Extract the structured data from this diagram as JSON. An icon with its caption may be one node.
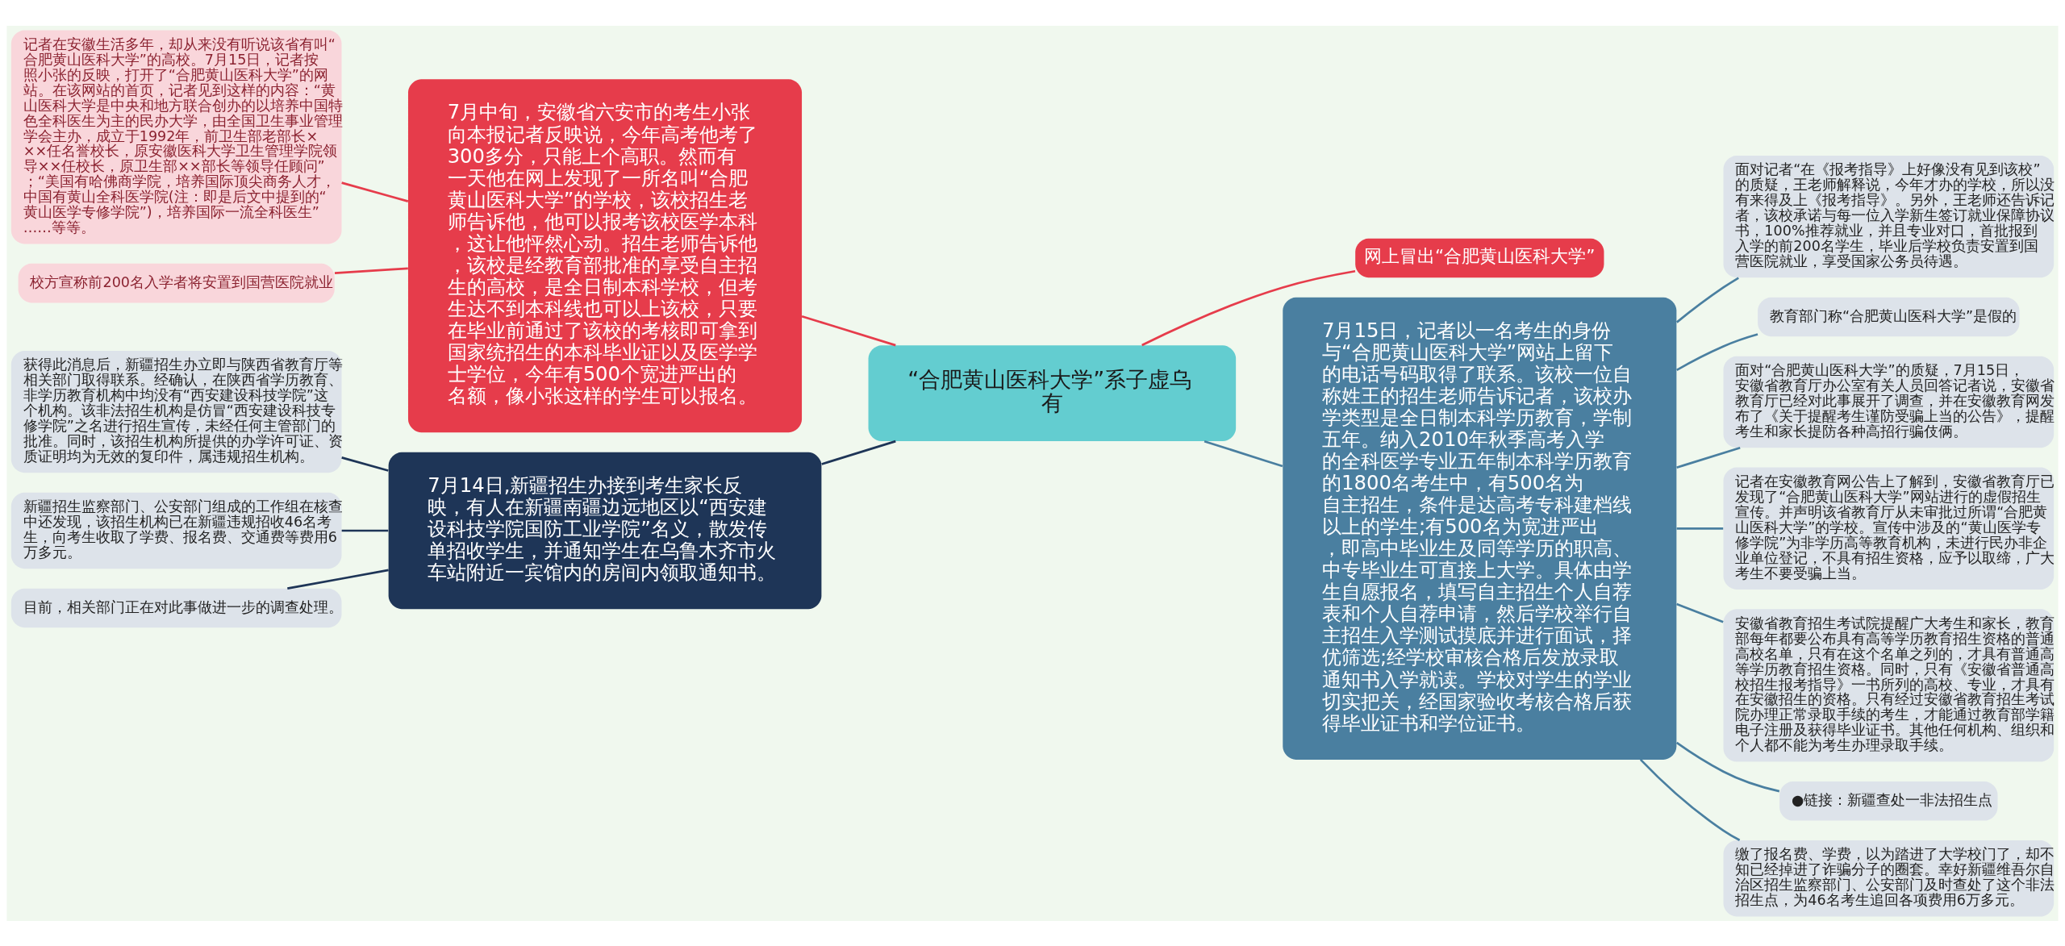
{
  "diagram": {
    "nodes": [
      {
        "text": [
          "“合肥黄山医科大学”系子虚乌有"
        ]
      },
      {
        "text": [
          "7月中旬，安徽省六安市的考生小张向本报记者反映说，今年高考他考了300多分，只能上个高职。然而有一天他在网上发现了一所名叫“合肥黄山医科大学”的学校，该校招生老师告诉他，他可以报考该校医学本科，这让他怦然心动。招生老师告诉他，该校是经教育部批准的享受自主招生的高校，是全日制本科学校，但考生达不到本科线也可以上该校，只要在毕业前通过了该校的考核即可拿到国家统招生的本科毕业证以及医学学士学位，今年有500个宽进严出的名额，像小张这样的学生可以报名。"
        ]
      },
      {
        "text": [
          "记者在安徽生活多年，却从来没有听说该省有叫“合肥黄山医科大学”的高校。7月15日，记者按照小张的反映，打开了“合肥黄山医科大学”的网站。在该网站的首页，记者见到这样的内容：“黄山医科大学是中央和地方联合创办的以培养中国特色全科医生为主的民办大学，由全国卫生事业管理学会主办，成立于1992年，前卫生部老部长×××任名誉校长，原安徽医科大学卫生管理学院领导××任校长，原卫生部××部长等领导任顾问”；“美国有哈佛商学院，培养国际顶尖商务人才，中国有黄山全科医学院(注：即是后文中提到的“黄山医学专修学院”)，培养国际一流全科医生”……等等。"
        ]
      },
      {
        "text": [
          "校方宣称前200名入学者将安置到国营医院就业"
        ]
      },
      {
        "text": [
          "网上冒出“合肥黄山医科大学”"
        ]
      },
      {
        "text": [
          "7月14日,新疆招生办接到考生家长反映，有人在新疆南疆边远地区以“西安建设科技学院国防工业学院”名义，散发传单招收学生，并通知学生在乌鲁木齐市火车站附近一宾馆内的房间内领取通知书。"
        ]
      },
      {
        "text": [
          "获得此消息后，新疆招生办立即与陕西省教育厅等相关部门取得联系。经确认，在陕西省学历教育、非学历教育机构中均没有“西安建设科技学院”这个机构。该非法招生机构是仿冒“西安建设科技专修学院”之名进行招生宣传，未经任何主管部门的批准。同时，该招生机构所提供的办学许可证、资质证明均为无效的复印件，属违规招生机构。"
        ]
      },
      {
        "text": [
          "新疆招生监察部门、公安部门组成的工作组在核查中还发现，该招生机构已在新疆违规招收46名考生，向考生收取了学费、报名费、交通费等费用6万多元。"
        ]
      },
      {
        "text": [
          "目前，相关部门正在对此事做进一步的调查处理。"
        ]
      },
      {
        "text": [
          "7月15日，记者以一名考生的身份与“合肥黄山医科大学”网站上留下的电话号码取得了联系。该校一位自称姓王的招生老师告诉记者，该校办学类型是全日制本科学历教育，学制五年。纳入2010年秋季高考入学的全科医学专业五年制本科学历教育的1800名考生中，有500名为自主招生，条件是达高考专科建档线以上的学生;有500名为宽进严出，即高中毕业生及同等学历的职高、中专毕业生可直接上大学。具体由学生自愿报名，填写自主招生个人自荐表和个人自荐申请，然后学校举行自主招生入学测试摸底并进行面试，择优筛选;经学校审核合格后发放录取通知书入学就读。学校对学生的学业切实把关，经国家验收考核合格后获得毕业证书和学位证书。"
        ]
      },
      {
        "text": [
          "面对记者“在《报考指导》上好像没有见到该校”的质疑，王老师解释说，今年才办的学校，所以没有来得及上《报考指导》。另外，王老师还告诉记者，该校承诺与每一位入学新生签订就业保障协议书，100%推荐就业，并且专业对口，首批报到入学的前200名学生，毕业后学校负责安置到国营医院就业，享受国家公务员待遇。"
        ]
      },
      {
        "text": [
          "教育部门称“合肥黄山医科大学”是假的"
        ]
      },
      {
        "text": [
          "面对“合肥黄山医科大学”的质疑，7月15日，安徽省教育厅办公室有关人员回答记者说，安徽省教育厅已经对此事展开了调查，并在安徽教育网发布了《关于提醒考生谨防受骗上当的公告》，提醒考生和家长提防各种高招行骗伎俩。"
        ]
      },
      {
        "text": [
          "记者在安徽教育网公告上了解到，安徽省教育厅已发现了“合肥黄山医科大学”网站进行的虚假招生宣传。并声明该省教育厅从未审批过所谓“合肥黄山医科大学”的学校。宣传中涉及的“黄山医学专修学院”为非学历高等教育机构，未进行民办非企业单位登记，不具有招生资格，应予以取缔，广大考生不要受骗上当。"
        ]
      },
      {
        "text": [
          "安徽省教育招生考试院提醒广大考生和家长，教育部每年都要公布具有高等学历教育招生资格的普通高校名单，只有在这个名单之列的，才具有普通高等学历教育招生资格。同时，只有《安徽省普通高校招生报考指导》一书所列的高校、专业，才具有在安徽招生的资格。只有经过安徽省教育招生考试院办理正常录取手续的考生，才能通过教育部学籍电子注册及获得毕业证书。其他任何机构、组织和个人都不能为考生办理录取手续。"
        ]
      },
      {
        "text": [
          "●链接：新疆查处一非法招生点"
        ]
      },
      {
        "text": [
          "缴了报名费、学费，以为踏进了大学校门了，却不知已经掉进了诈骗分子的圈套。幸好新疆维吾尔自治区招生监察部门、公安部门及时查处了这个非法招生点，为46名考生追回各项费用6万多元。"
        ]
      }
    ],
    "edges": [
      {
        "from": 0,
        "to": 1,
        "arrow": "none",
        "color": "#e63c4b"
      },
      {
        "from": 1,
        "to": 2,
        "arrow": "none",
        "color": "#e63c4b"
      },
      {
        "from": 1,
        "to": 3,
        "arrow": "none",
        "color": "#e63c4b"
      },
      {
        "from": 0,
        "to": 4,
        "arrow": "none",
        "color": "#e63c4b"
      },
      {
        "from": 0,
        "to": 5,
        "arrow": "none",
        "color": "#1e3557"
      },
      {
        "from": 5,
        "to": 6,
        "arrow": "none",
        "color": "#1e3557"
      },
      {
        "from": 5,
        "to": 7,
        "arrow": "none",
        "color": "#1e3557"
      },
      {
        "from": 5,
        "to": 8,
        "arrow": "none",
        "color": "#1e3557"
      },
      {
        "from": 0,
        "to": 9,
        "arrow": "none"
      },
      {
        "from": 9,
        "to": 10,
        "arrow": "none"
      },
      {
        "from": 9,
        "to": 11,
        "arrow": "none"
      },
      {
        "from": 9,
        "to": 12,
        "arrow": "none"
      },
      {
        "from": 9,
        "to": 13,
        "arrow": "none"
      },
      {
        "from": 9,
        "to": 14,
        "arrow": "none"
      },
      {
        "from": 9,
        "to": 15,
        "arrow": "none"
      },
      {
        "from": 9,
        "to": 16,
        "arrow": "none"
      }
    ]
  }
}
